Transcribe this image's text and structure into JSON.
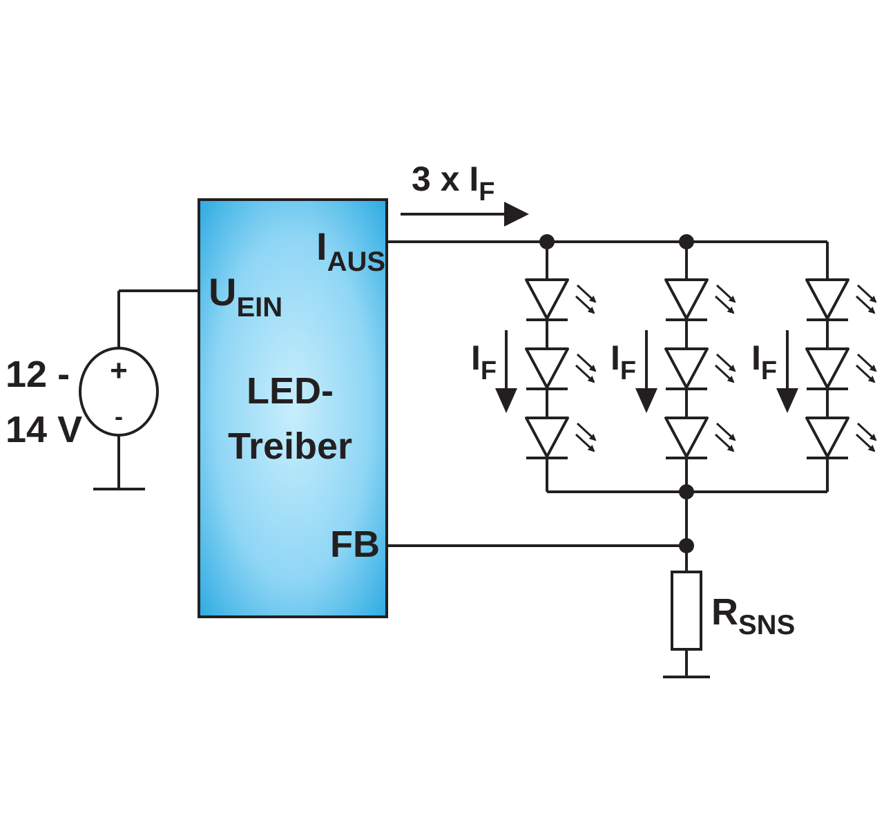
{
  "source": {
    "voltage_line1": "12 -",
    "voltage_line2": "14 V",
    "plus": "+",
    "minus": "-"
  },
  "driver": {
    "name_line1": "LED-",
    "name_line2": "Treiber",
    "pin_input": "U",
    "pin_input_sub": "EIN",
    "pin_output": "I",
    "pin_output_sub": "AUS",
    "pin_feedback": "FB"
  },
  "output_current": {
    "prefix": "3 x I",
    "sub": "F"
  },
  "branch_current": {
    "main": "I",
    "sub": "F"
  },
  "sense_resistor": {
    "main": "R",
    "sub": "SNS"
  },
  "colors": {
    "driver_fill_light": "#bde9fb",
    "driver_fill_dark": "#1ea4df",
    "line": "#231f20"
  }
}
